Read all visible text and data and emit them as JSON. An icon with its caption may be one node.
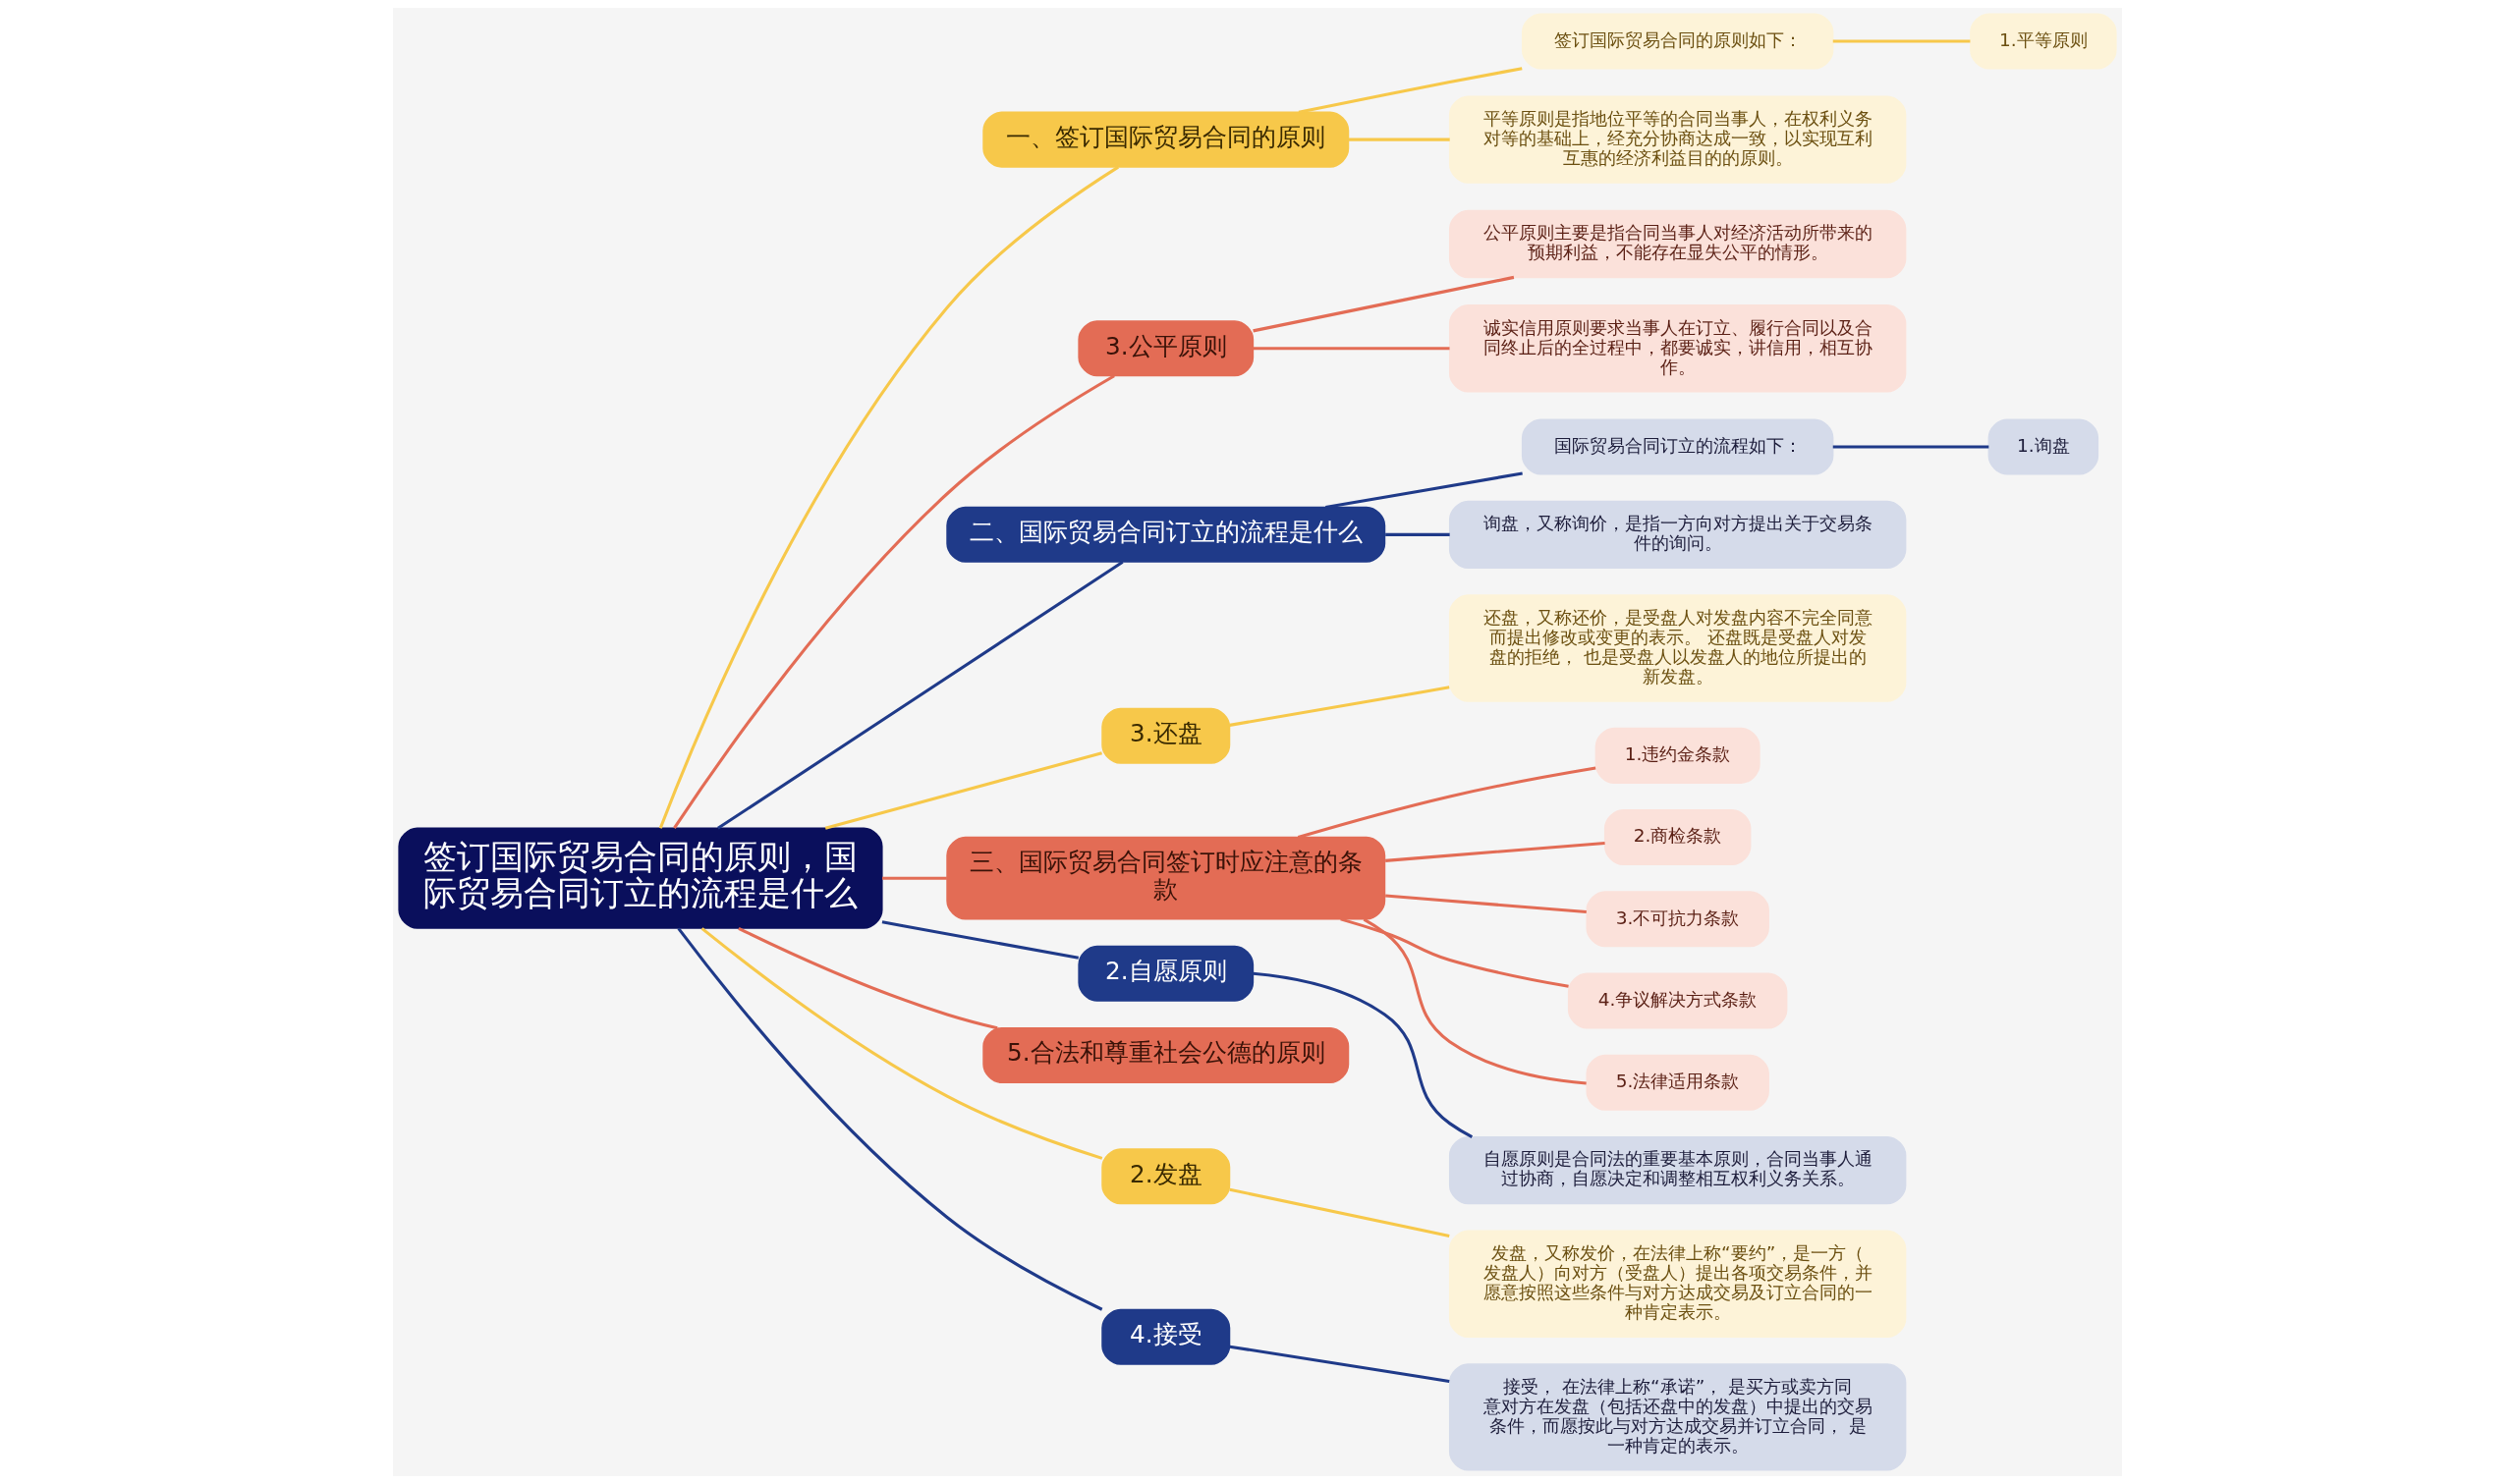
{
  "diagram": {
    "nodes": [
      {
        "text": [
          "签订国际贸易合同的原则，国际贸易合同订立的流程是什么"
        ]
      },
      {
        "text": [
          "一、签订国际贸易合同的原则"
        ]
      },
      {
        "text": [
          "签订国际贸易合同的原则如下："
        ]
      },
      {
        "text": [
          "1.平等原则"
        ]
      },
      {
        "text": [
          "平等原则是指地位平等的合同当事人，在权利义务对等的基础上，经充分协商达成一致，以实现互利互惠的经济利益目的的原则。"
        ]
      },
      {
        "text": [
          "3.公平原则"
        ]
      },
      {
        "text": [
          "公平原则主要是指合同当事人对经济活动所带来的预期利益，不能存在显失公平的情形。"
        ]
      },
      {
        "text": [
          "诚实信用原则要求当事人在订立、履行合同以及合同终止后的全过程中，都要诚实，讲信用，相互协作。"
        ]
      },
      {
        "text": [
          "二、国际贸易合同订立的流程是什么"
        ]
      },
      {
        "text": [
          "国际贸易合同订立的流程如下："
        ]
      },
      {
        "text": [
          "1.询盘"
        ]
      },
      {
        "text": [
          "询盘，又称询价，是指一方向对方提出关于交易条件的询问。"
        ]
      },
      {
        "text": [
          "3.还盘"
        ]
      },
      {
        "text": [
          "还盘，又称还价，是受盘人对发盘内容不完全同意而提出修改或变更的表示。 还盘既是受盘人对发盘的拒绝， 也是受盘人以发盘人的地位所提出的新发盘。"
        ]
      },
      {
        "text": [
          "三、国际贸易合同签订时应注意的条款"
        ]
      },
      {
        "text": [
          "1.违约金条款"
        ]
      },
      {
        "text": [
          "2.商检条款"
        ]
      },
      {
        "text": [
          "3.不可抗力条款"
        ]
      },
      {
        "text": [
          "4.争议解决方式条款"
        ]
      },
      {
        "text": [
          "5.法律适用条款"
        ]
      },
      {
        "text": [
          "2.自愿原则"
        ]
      },
      {
        "text": [
          "自愿原则是合同法的重要基本原则，合同当事人通过协商，自愿决定和调整相互权利义务关系。"
        ]
      },
      {
        "text": [
          "5.合法和尊重社会公德的原则"
        ]
      },
      {
        "text": [
          "2.发盘"
        ]
      },
      {
        "text": [
          "发盘，又称发价，在法律上称“要约”，是一方（发盘人）向对方（受盘人）提出各项交易条件，并愿意按照这些条件与对方达成交易及订立合同的一种肯定表示。"
        ]
      },
      {
        "text": [
          "4.接受"
        ]
      },
      {
        "text": [
          "接受， 在法律上称“承诺”， 是买方或卖方同意对方在发盘（包括还盘中的发盘）中提出的交易条件，而愿按此与对方达成交易并订立合同， 是一种肯定的表示。"
        ]
      }
    ],
    "edges": [
      {
        "from": 0,
        "to": 1,
        "arrow": "none",
        "color": "#f7c84a"
      },
      {
        "from": 1,
        "to": 2,
        "arrow": "none",
        "color": "#f7c84a"
      },
      {
        "from": 2,
        "to": 3,
        "arrow": "none",
        "color": "#f7c84a"
      },
      {
        "from": 1,
        "to": 4,
        "arrow": "none",
        "color": "#f7c84a"
      },
      {
        "from": 0,
        "to": 5,
        "arrow": "none"
      },
      {
        "from": 5,
        "to": 6,
        "arrow": "none"
      },
      {
        "from": 5,
        "to": 7,
        "arrow": "none"
      },
      {
        "from": 0,
        "to": 8,
        "arrow": "none",
        "color": "#1f3a89"
      },
      {
        "from": 8,
        "to": 9,
        "arrow": "none",
        "color": "#1f3a89"
      },
      {
        "from": 9,
        "to": 10,
        "arrow": "none",
        "color": "#1f3a89"
      },
      {
        "from": 8,
        "to": 11,
        "arrow": "none",
        "color": "#1f3a89"
      },
      {
        "from": 0,
        "to": 12,
        "arrow": "none",
        "color": "#f7c84a"
      },
      {
        "from": 12,
        "to": 13,
        "arrow": "none",
        "color": "#f7c84a"
      },
      {
        "from": 0,
        "to": 14,
        "arrow": "none"
      },
      {
        "from": 14,
        "to": 15,
        "arrow": "none"
      },
      {
        "from": 14,
        "to": 16,
        "arrow": "none"
      },
      {
        "from": 14,
        "to": 17,
        "arrow": "none"
      },
      {
        "from": 14,
        "to": 18,
        "arrow": "none"
      },
      {
        "from": 14,
        "to": 19,
        "arrow": "none"
      },
      {
        "from": 0,
        "to": 20,
        "arrow": "none",
        "color": "#1f3a89"
      },
      {
        "from": 20,
        "to": 21,
        "arrow": "none",
        "color": "#1f3a89"
      },
      {
        "from": 0,
        "to": 22,
        "arrow": "none"
      },
      {
        "from": 0,
        "to": 23,
        "arrow": "none",
        "color": "#f7c84a"
      },
      {
        "from": 23,
        "to": 24,
        "arrow": "none",
        "color": "#f7c84a"
      },
      {
        "from": 0,
        "to": 25,
        "arrow": "none",
        "color": "#1f3a89"
      },
      {
        "from": 25,
        "to": 26,
        "arrow": "none",
        "color": "#1f3a89"
      }
    ]
  }
}
